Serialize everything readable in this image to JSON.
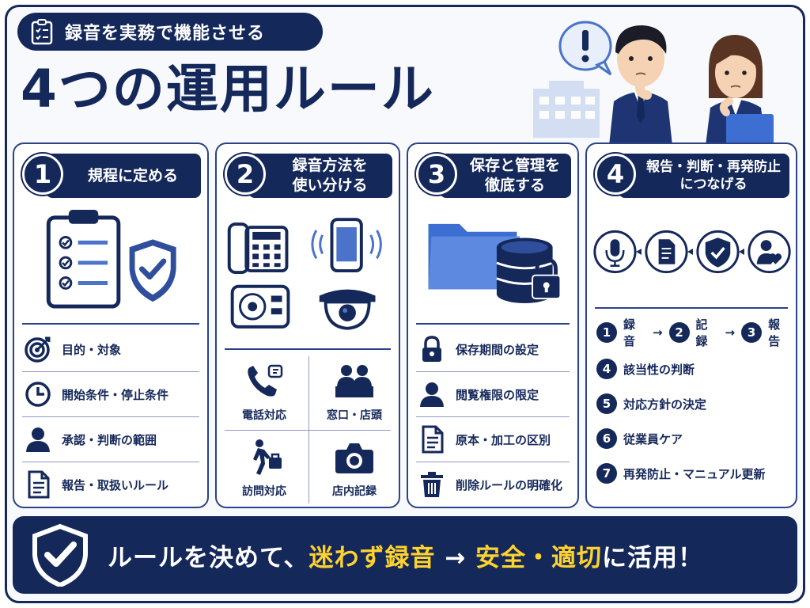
{
  "header": {
    "subtitle": "録音を実務で機能させる",
    "title": "4つの運用ルール"
  },
  "panels": [
    {
      "number": "1",
      "title": "規程に定める",
      "items": [
        {
          "icon": "target-icon",
          "label": "目的・対象"
        },
        {
          "icon": "clock-icon",
          "label": "開始条件・停止条件"
        },
        {
          "icon": "person-icon",
          "label": "承認・判断の範囲"
        },
        {
          "icon": "document-icon",
          "label": "報告・取扱いルール"
        }
      ]
    },
    {
      "number": "2",
      "title_line1": "録音方法を",
      "title_line2": "使い分ける",
      "items": [
        {
          "icon": "phone-icon",
          "label": "電話対応"
        },
        {
          "icon": "counter-icon",
          "label": "窓口・店頭"
        },
        {
          "icon": "walking-person-icon",
          "label": "訪問対応"
        },
        {
          "icon": "camera-icon",
          "label": "店内記録"
        }
      ]
    },
    {
      "number": "3",
      "title_line1": "保存と管理を",
      "title_line2": "徹底する",
      "items": [
        {
          "icon": "lock-icon",
          "label": "保存期間の設定"
        },
        {
          "icon": "person-icon",
          "label": "閲覧権限の限定"
        },
        {
          "icon": "document-icon",
          "label": "原本・加工の区別"
        },
        {
          "icon": "trash-icon",
          "label": "削除ルールの明確化"
        }
      ]
    },
    {
      "number": "4",
      "title_line1": "報告・判断・再発防止",
      "title_line2": "につなげる",
      "flow": {
        "s1": "1",
        "l1": "録音",
        "s2": "2",
        "l2": "記録",
        "s3": "3",
        "l3": "報告",
        "arrow": "→"
      },
      "items": [
        {
          "n": "4",
          "label": "該当性の判断"
        },
        {
          "n": "5",
          "label": "対応方針の決定"
        },
        {
          "n": "6",
          "label": "従業員ケア"
        },
        {
          "n": "7",
          "label": "再発防止・マニュアル更新"
        }
      ]
    }
  ],
  "footer": {
    "part1": "ルールを決めて、",
    "part2": "迷わず録音",
    "arrow": " → ",
    "part3": "安全・適切",
    "part4": "に活用！"
  },
  "colors": {
    "navy": "#15285a",
    "accent_blue": "#4a73c9",
    "highlight_yellow": "#ffd32e"
  }
}
